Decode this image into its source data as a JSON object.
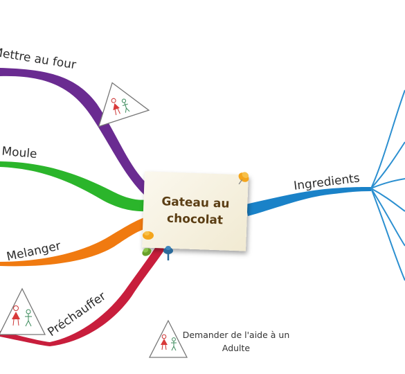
{
  "central_topic": {
    "line1": "Gateau au",
    "line2": "chocolat"
  },
  "branches": [
    {
      "label": "Mettre au four",
      "color": "#6a2b91"
    },
    {
      "label": "Moule",
      "color": "#2bb52b"
    },
    {
      "label": "Melanger",
      "color": "#f07a10"
    },
    {
      "label": "Préchauffer",
      "color": "#c81e3c"
    },
    {
      "label": "Ingredients",
      "color": "#1a82c8"
    }
  ],
  "note": {
    "line1": "Demander de l'aide à un",
    "line2": "Adulte"
  },
  "icons": [
    "adult-help-warning-icon",
    "pushpin-icon"
  ]
}
